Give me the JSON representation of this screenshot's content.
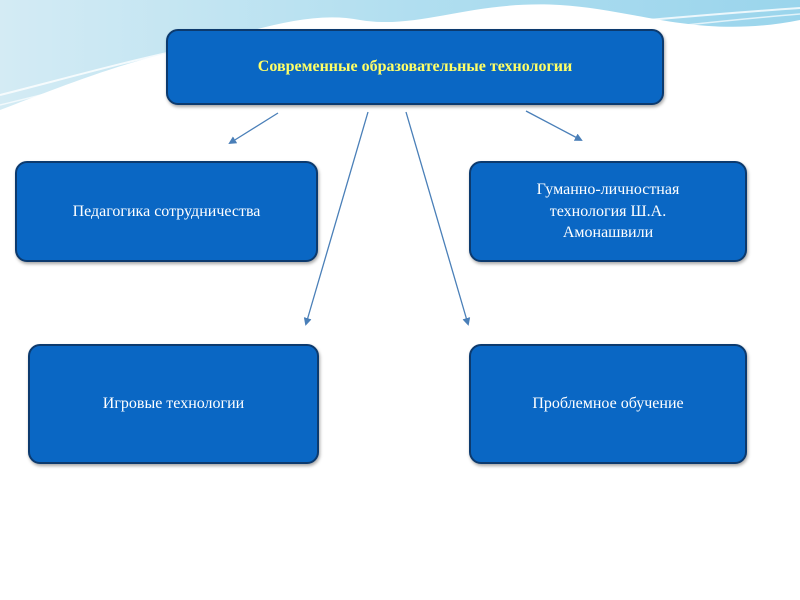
{
  "diagram": {
    "root": {
      "label": "Современные образовательные технологии"
    },
    "children": [
      {
        "label": "Педагогика сотрудничества"
      },
      {
        "label": "Гуманно-личностная технология Ш.А. Амонашвили"
      },
      {
        "label": "Игровые технологии"
      },
      {
        "label": "Проблемное обучение"
      }
    ]
  },
  "colors": {
    "box_fill": "#0a67c4",
    "box_border": "#0c3a6e",
    "root_text": "#ffff66",
    "child_text": "#ffffff",
    "arrow": "#4a7fb8"
  }
}
